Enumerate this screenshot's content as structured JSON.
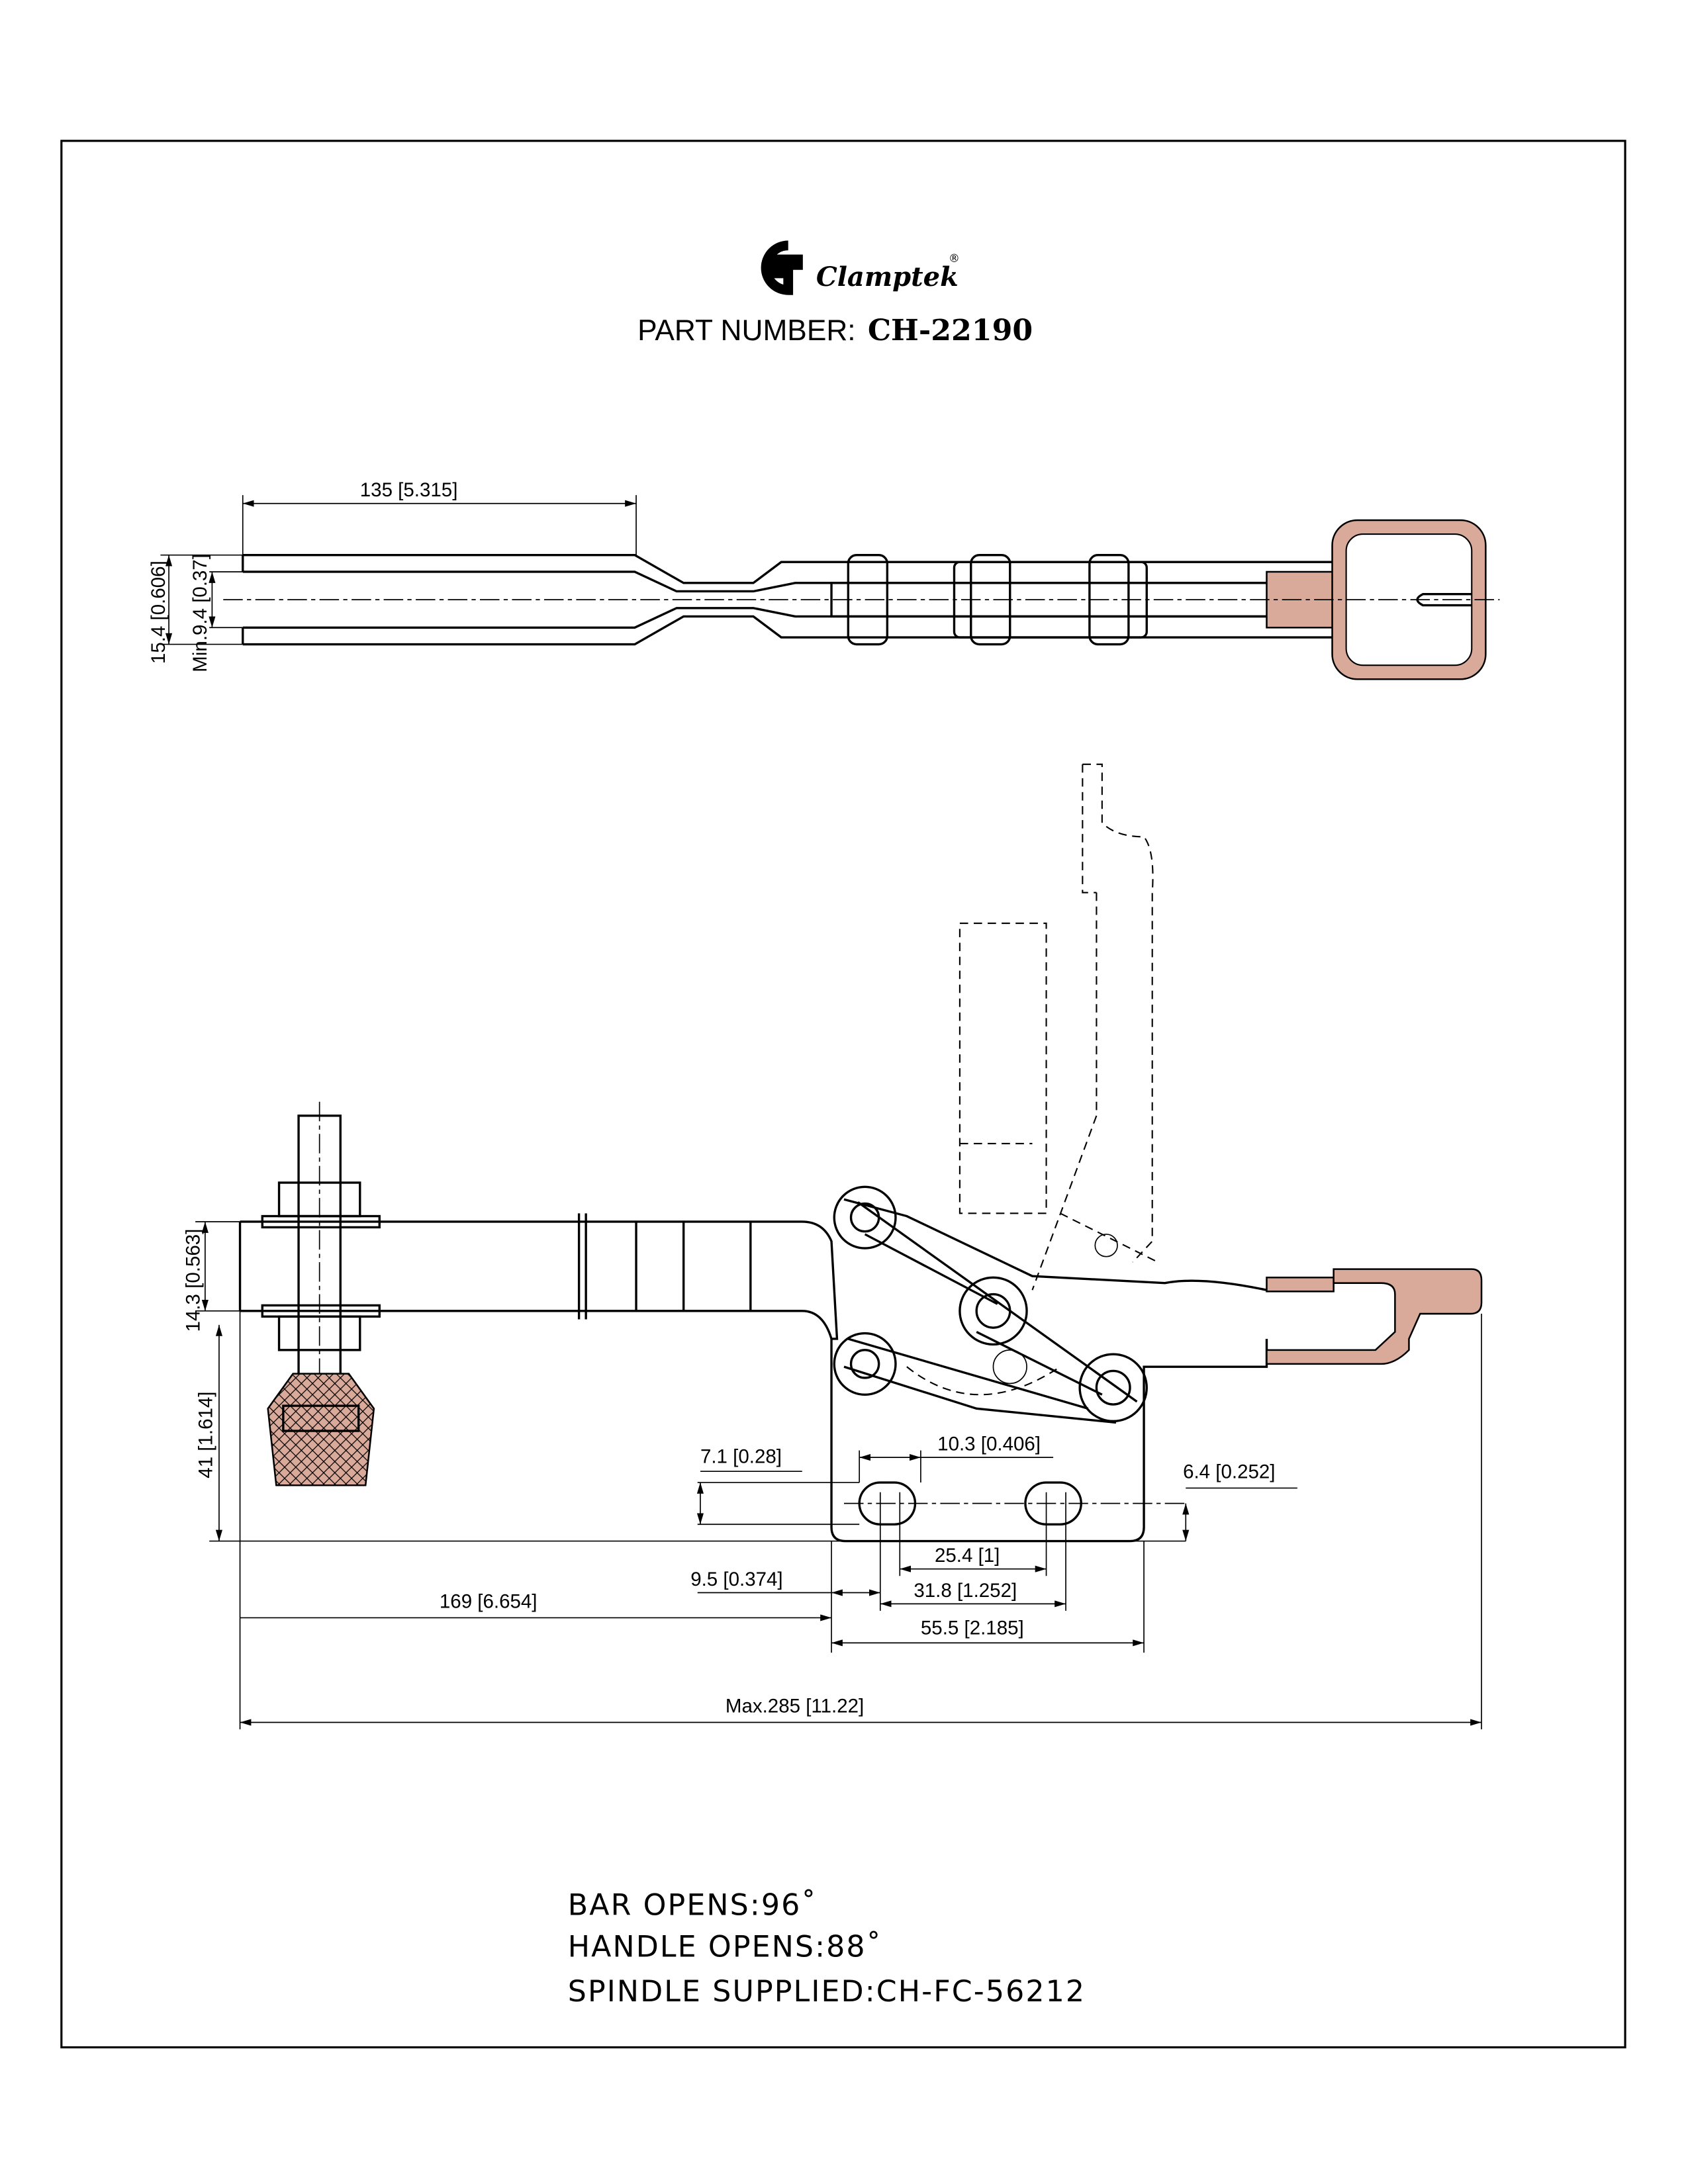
{
  "header": {
    "brand": "Clamptek",
    "registered_mark": "®",
    "part_number_label": "PART NUMBER:",
    "part_number": "CH-22190"
  },
  "top_view": {
    "dims": {
      "length": "135 [5.315]",
      "outer_width": "15.4 [0.606]",
      "min_gap": "Min.9.4 [0.37]"
    }
  },
  "side_view": {
    "dims": {
      "bar_thickness": "14.3 [0.563]",
      "height": "41 [1.614]",
      "slot_width": "7.1 [0.28]",
      "slot_length": "10.3 [0.406]",
      "slot_offset": "6.4 [0.252]",
      "hole_spacing": "25.4 [1]",
      "edge_offset": "9.5 [0.374]",
      "hole_span": "31.8 [1.252]",
      "reach": "169 [6.654]",
      "base_length": "55.5 [2.185]",
      "max_length": "Max.285 [11.22]"
    }
  },
  "notes": [
    "BAR OPENS:96˚",
    "HANDLE OPENS:88˚",
    "SPINDLE SUPPLIED:CH-FC-56212"
  ]
}
